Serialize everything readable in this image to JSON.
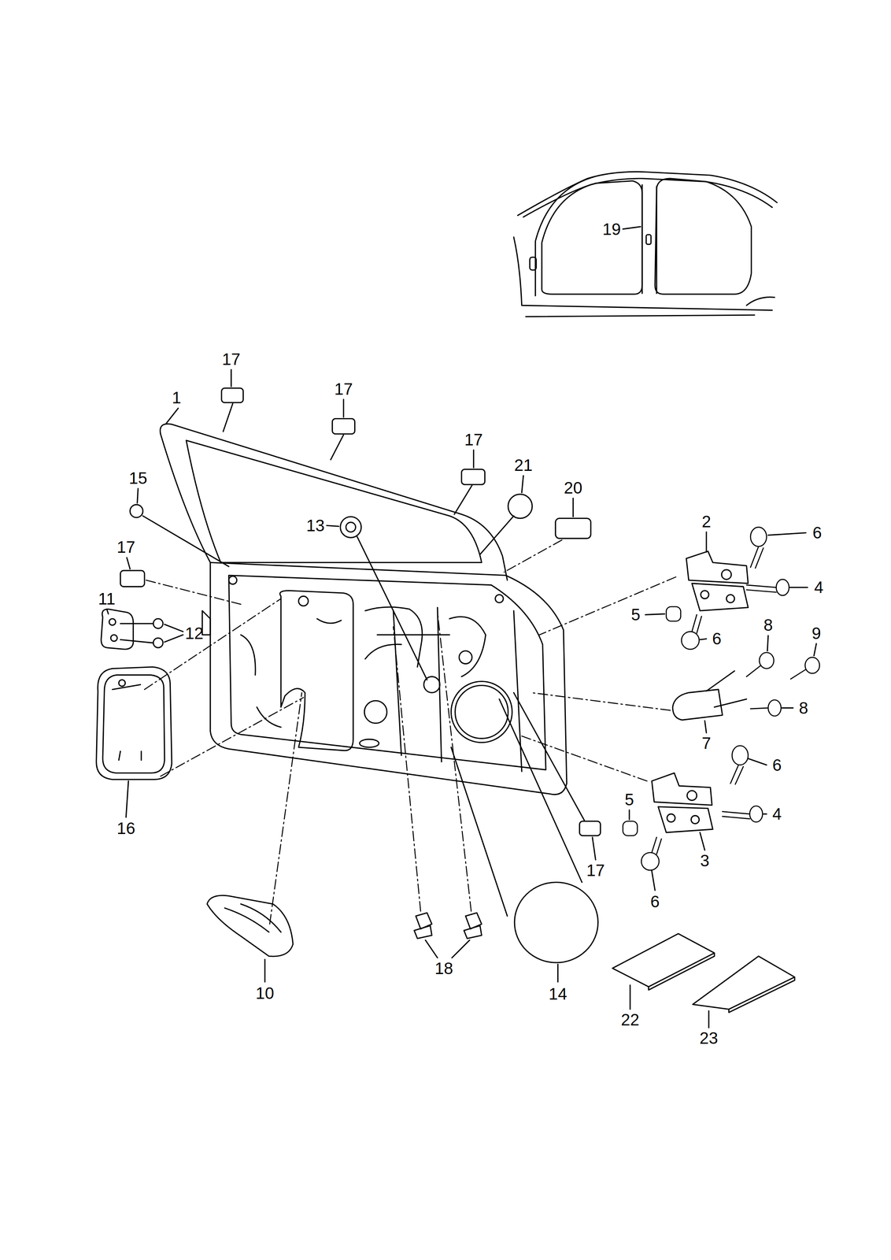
{
  "diagram": {
    "labels": [
      "19",
      "17",
      "17",
      "1",
      "17",
      "21",
      "20",
      "15",
      "2",
      "13",
      "6",
      "17",
      "4",
      "11",
      "5",
      "12",
      "8",
      "6",
      "9",
      "8",
      "7",
      "6",
      "16",
      "5",
      "4",
      "3",
      "17",
      "6",
      "18",
      "10",
      "14",
      "22",
      "23"
    ]
  }
}
